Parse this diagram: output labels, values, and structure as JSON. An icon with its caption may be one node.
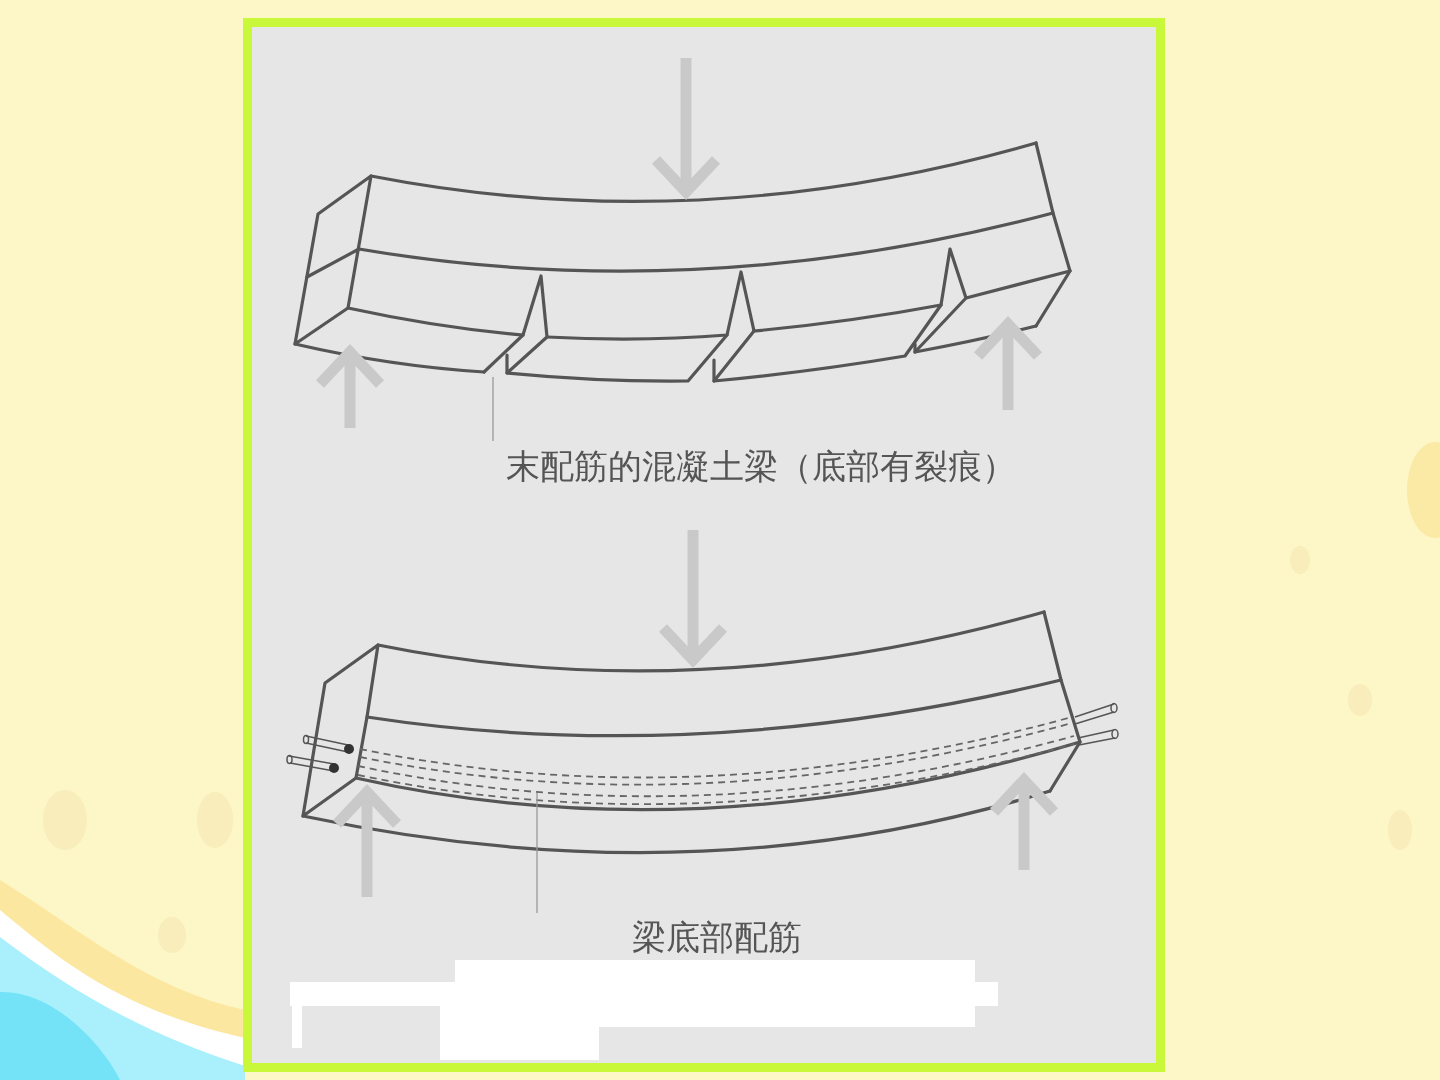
{
  "diagram": {
    "nodes": [
      {
        "text": [],
        "shape": "picture"
      },
      {
        "text": [
          "末配筋的混凝土梁（底部有裂痕）"
        ]
      },
      {
        "text": [],
        "shape": "picture"
      },
      {
        "text": [
          "梁底部配筋"
        ]
      }
    ],
    "edges": [
      {
        "from": 1,
        "to": 0,
        "arrow": "none"
      },
      {
        "from": 3,
        "to": 2,
        "arrow": "none"
      }
    ]
  }
}
